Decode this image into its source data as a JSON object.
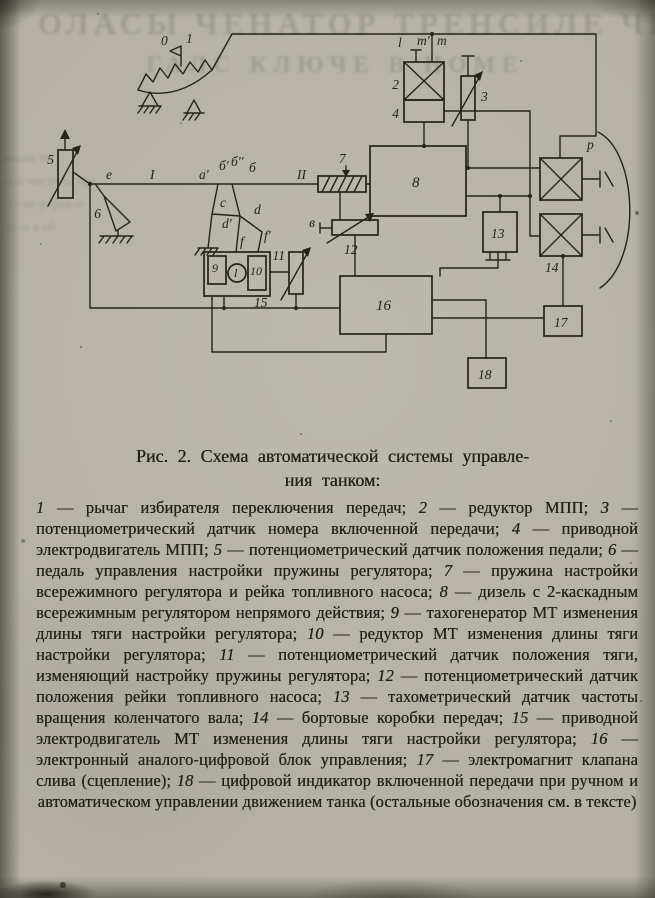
{
  "bleed": {
    "line1": "ОЛАСЫ ЧЕНАТОР ТРЕНСИЛЕ ЧЕ",
    "line2": "ГАЛС КЛЮЧЕ В НОМЕ",
    "fragments": [
      "вания пе",
      "ной частоты вра",
      "стеме управле",
      "дачи в об"
    ]
  },
  "caption": {
    "line1": "Рис. 2. Схема автоматической системы управле-",
    "line2": "ния танком:"
  },
  "legend": {
    "items": [
      {
        "num": "1",
        "text": " — рычаг избирателя переключения передач; "
      },
      {
        "num": "2",
        "text": " — редуктор МПП; "
      },
      {
        "num": "3",
        "text": " — потенциометрический датчик номера включенной передачи; "
      },
      {
        "num": "4",
        "text": " — приводной электродвигатель МПП; "
      },
      {
        "num": "5",
        "text": " — потенциометрический датчик положения педали; "
      },
      {
        "num": "6",
        "text": " — педаль управления настройки пружины регулятора; "
      },
      {
        "num": "7",
        "text": " — пружина настройки всережимного регулятора и рейка топливного насоса; "
      },
      {
        "num": "8",
        "text": " — дизель с 2-каскадным всережимным регулятором непрямого действия; "
      },
      {
        "num": "9",
        "text": " — тахогенератор МТ изменения длины тяги настройки регулятора; "
      },
      {
        "num": "10",
        "text": " — редуктор МТ изменения длины тяги настройки регулятора; "
      },
      {
        "num": "11",
        "text": " — потенциометрический датчик положения тяги, изменяющий настройку пружины регулятора; "
      },
      {
        "num": "12",
        "text": " — потенциометрический датчик положения рейки топливного насоса; "
      },
      {
        "num": "13",
        "text": " — тахометрический датчик частоты вращения коленчатого вала; "
      },
      {
        "num": "14",
        "text": " — бортовые коробки передач; "
      },
      {
        "num": "15",
        "text": " — приводной электродвигатель МТ изменения длины тяги настройки регулятора; "
      },
      {
        "num": "16",
        "text": " — электронный аналого-цифровой блок управления; "
      },
      {
        "num": "17",
        "text": " — электромагнит клапана слива (сцепление); "
      },
      {
        "num": "18",
        "text": " — цифровой индикатор включенной передачи при ручном и автоматическом управлении движением танка (остальные обозначения см. в тексте)"
      }
    ]
  },
  "diagram": {
    "labels": {
      "n0": "0",
      "n1": "1",
      "l_top": "l",
      "m1": "m'",
      "m2": "m",
      "n2": "2",
      "n3": "3",
      "n4": "4",
      "n5": "5",
      "n6": "6",
      "e": "е",
      "rI": "I",
      "a1": "а'",
      "b1": "б'",
      "b2": "б''",
      "b3": "б",
      "rII": "II",
      "c": "с",
      "d": "d",
      "d1": "d'",
      "f": "f",
      "f1": "f'",
      "v": "в",
      "n7": "7",
      "n8": "8",
      "n9": "9",
      "li": "l",
      "n10": "10",
      "n11": "11",
      "n12": "12",
      "n13": "13",
      "n14": "14",
      "n15": "15",
      "n16": "16",
      "n17": "17",
      "n18": "18",
      "p": "p"
    },
    "ink_color": "#26231c",
    "paper_color": "#b5b1a4"
  }
}
